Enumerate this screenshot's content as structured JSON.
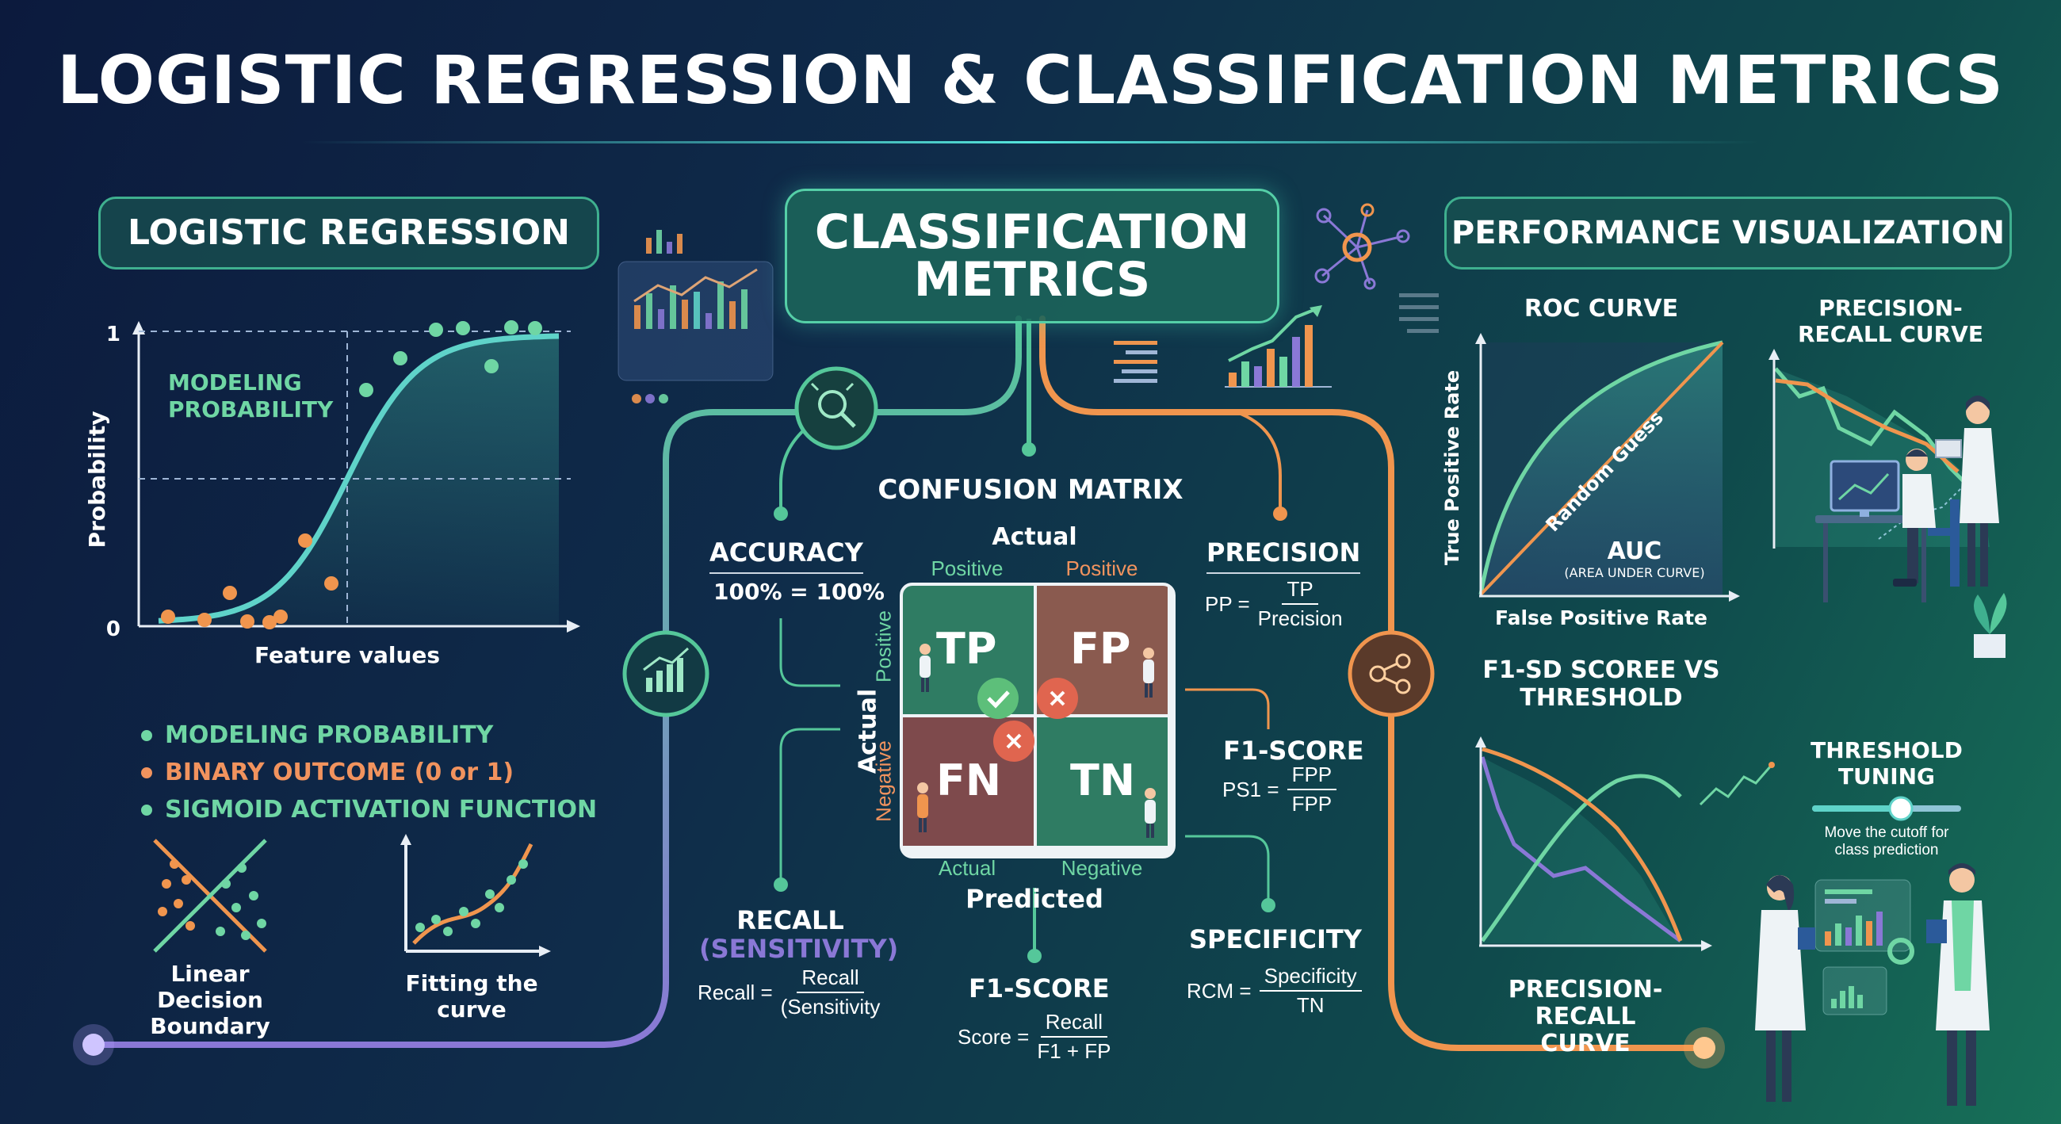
{
  "title": "LOGISTIC REGRESSION & CLASSIFICATION METRICS",
  "left_panel": {
    "heading": "LOGISTIC REGRESSION",
    "chart_ylabel": "Probability",
    "chart_xlabel": "Feature values",
    "tick_one": "1",
    "tick_zero": "0",
    "annotation_line1": "MODELING",
    "annotation_line2": "PROBABILITY",
    "bullets": [
      {
        "text": "MODELING PROBABILITY",
        "color": "#6fd6a4"
      },
      {
        "text": "BINARY OUTCOME (0 or 1)",
        "color": "#f1935e"
      },
      {
        "text": "SIGMOID ACTIVATION FUNCTION",
        "color": "#6fd6a4"
      }
    ],
    "icon1_line1": "Linear Decision",
    "icon1_line2": "Boundary",
    "icon2_label": "Fitting the curve"
  },
  "center": {
    "heading_line1": "CLASSIFICATION",
    "heading_line2": "METRICS",
    "confusion_title": "CONFUSION MATRIX",
    "actual_top": "Actual",
    "col_positive_1": "Positive",
    "col_positive_2": "Positive",
    "actual_side": "Actual",
    "row_positive": "Positive",
    "row_negative": "Negative",
    "cells": {
      "tp": "TP",
      "fp": "FP",
      "fn": "FN",
      "tn": "TN"
    },
    "bottom_actual": "Actual",
    "bottom_negative": "Negative",
    "predicted": "Predicted",
    "accuracy": {
      "title": "ACCURACY",
      "formula": "100% = 100%"
    },
    "precision": {
      "title": "PRECISION",
      "lhs": "PP =",
      "num": "TP",
      "den": "Precision"
    },
    "f1_right": {
      "title": "F1-SCORE",
      "lhs": "PS1 =",
      "num": "FPP",
      "den": "FPP"
    },
    "recall": {
      "title_line1": "RECALL",
      "title_line2": "(SENSITIVITY)",
      "lhs": "Recall =",
      "num": "Recall",
      "den": "(Sensitivity"
    },
    "f1_bottom": {
      "title": "F1-SCORE",
      "lhs": "Score =",
      "num": "Recall",
      "den": "F1 + FP"
    },
    "specificity": {
      "title": "SPECIFICITY",
      "lhs": "RCM =",
      "num": "Specificity",
      "den": "TN"
    }
  },
  "right_panel": {
    "heading": "PERFORMANCE VISUALIZATION",
    "roc_title": "ROC CURVE",
    "roc_ylabel": "True Positive Rate",
    "roc_xlabel": "False Positive Rate",
    "random_guess": "Random Guess",
    "auc": "AUC",
    "auc_sub": "(AREA UNDER CURVE)",
    "pr_title_line1": "PRECISION-",
    "pr_title_line2": "RECALL CURVE",
    "f1_title_line1": "F1-SD SCOREE VS",
    "f1_title_line2": "THRESHOLD",
    "pr_bottom_line1": "PRECISION-RECALL",
    "pr_bottom_line2": "CURVE",
    "threshold_title_line1": "THRESHOLD",
    "threshold_title_line2": "TUNING",
    "threshold_value": 0.6,
    "threshold_desc_line1": "Move the cutoff for",
    "threshold_desc_line2": "class prediction"
  },
  "colors": {
    "green": "#6fd6a4",
    "orange": "#f1935e",
    "teal": "#5fd3c9",
    "purple": "#8a78d6",
    "tp_cell": "#2f7c63",
    "fp_cell": "#8a5a4f",
    "fn_cell": "#7e4a4c",
    "tn_cell": "#2f7c63"
  }
}
